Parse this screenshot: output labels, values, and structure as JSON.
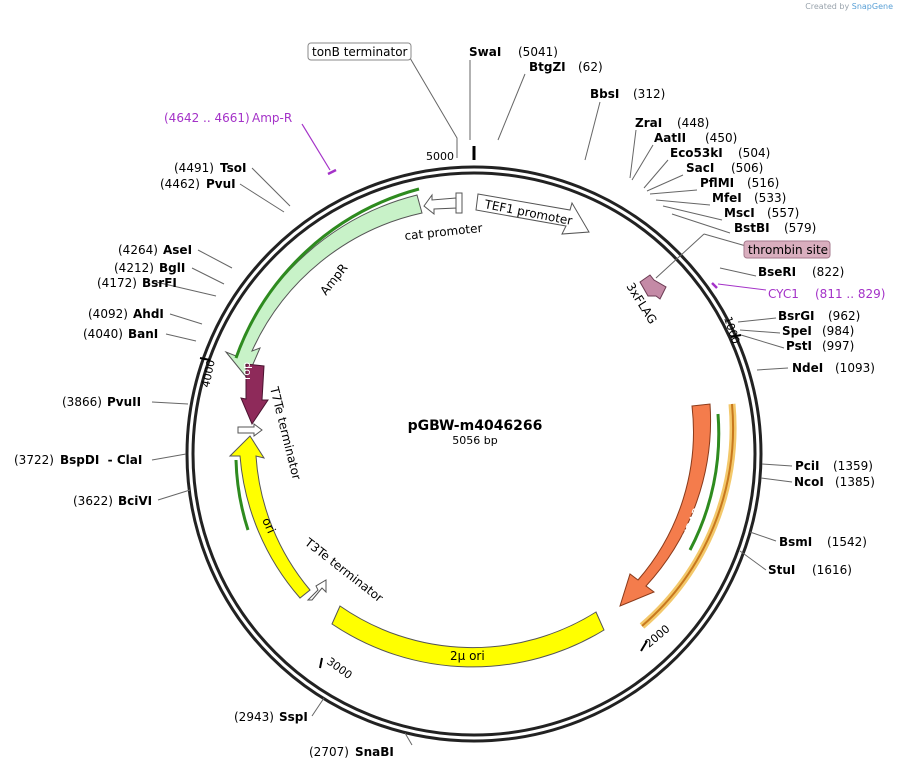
{
  "credit": {
    "prefix": "Created by",
    "brand": "SnapGene"
  },
  "plasmid": {
    "name": "pGBW-m4046266",
    "length_label": "5056 bp"
  },
  "ticks": [
    "5000",
    "1000",
    "2000",
    "3000",
    "4000"
  ],
  "sites": {
    "tonB_terminator": "tonB terminator",
    "SwaI": {
      "name": "SwaI",
      "pos": "(5041)"
    },
    "BtgZI": {
      "name": "BtgZI",
      "pos": "(62)"
    },
    "BbsI": {
      "name": "BbsI",
      "pos": "(312)"
    },
    "ZraI": {
      "name": "ZraI",
      "pos": "(448)"
    },
    "AatII": {
      "name": "AatII",
      "pos": "(450)"
    },
    "Eco53kI": {
      "name": "Eco53kI",
      "pos": "(504)"
    },
    "SacI": {
      "name": "SacI",
      "pos": "(506)"
    },
    "PflMI": {
      "name": "PflMI",
      "pos": "(516)"
    },
    "MfeI": {
      "name": "MfeI",
      "pos": "(533)"
    },
    "MscI": {
      "name": "MscI",
      "pos": "(557)"
    },
    "BstBI": {
      "name": "BstBI",
      "pos": "(579)"
    },
    "thrombin": "thrombin site",
    "BseRI": {
      "name": "BseRI",
      "pos": "(822)"
    },
    "CYC1": {
      "name": "CYC1",
      "pos": "(811 .. 829)"
    },
    "BsrGI": {
      "name": "BsrGI",
      "pos": "(962)"
    },
    "SpeI": {
      "name": "SpeI",
      "pos": "(984)"
    },
    "PstI": {
      "name": "PstI",
      "pos": "(997)"
    },
    "NdeI": {
      "name": "NdeI",
      "pos": "(1093)"
    },
    "PciI": {
      "name": "PciI",
      "pos": "(1359)"
    },
    "NcoI": {
      "name": "NcoI",
      "pos": "(1385)"
    },
    "BsmI": {
      "name": "BsmI",
      "pos": "(1542)"
    },
    "StuI": {
      "name": "StuI",
      "pos": "(1616)"
    },
    "SnaBI": {
      "name": "SnaBI",
      "pos": "(2707)"
    },
    "SspI": {
      "name": "SspI",
      "pos": "(2943)"
    },
    "BciVI": {
      "name": "BciVI",
      "pos": "(3622)"
    },
    "BspDI_ClaI": {
      "name": "BspDI  - ClaI",
      "pos": "(3722)"
    },
    "PvuII": {
      "name": "PvuII",
      "pos": "(3866)"
    },
    "BanI": {
      "name": "BanI",
      "pos": "(4040)"
    },
    "AhdI": {
      "name": "AhdI",
      "pos": "(4092)"
    },
    "BsrFI": {
      "name": "BsrFI",
      "pos": "(4172)"
    },
    "BglI": {
      "name": "BglI",
      "pos": "(4212)"
    },
    "AseI": {
      "name": "AseI",
      "pos": "(4264)"
    },
    "PvuI": {
      "name": "PvuI",
      "pos": "(4462)"
    },
    "TsoI": {
      "name": "TsoI",
      "pos": "(4491)"
    },
    "AmpR_primer": {
      "name": "Amp-R",
      "pos": "(4642 .. 4661)"
    }
  },
  "features": {
    "tef1": "TEF1 promoter",
    "cat": "cat promoter",
    "ampr": "AmpR",
    "rop": "rop",
    "t7te": "T7Te terminator",
    "ori": "ori",
    "t3te": "T3Te terminator",
    "two_micron": "2μ ori",
    "ura3": "URA3",
    "flag": "3xFLAG"
  },
  "colors": {
    "backbone": "#222222",
    "ampr_fill": "#c8f2c8",
    "rop_fill": "#8e2a5a",
    "ori_fill": "#ffff00",
    "ura3_fill": "#f47c4c",
    "flag_fill": "#c48aa6",
    "thrombin_fill": "#d9aebe",
    "primer": "#a432c8",
    "orf_green": "#2e8b1f",
    "orf_orange": "#c8781e"
  }
}
